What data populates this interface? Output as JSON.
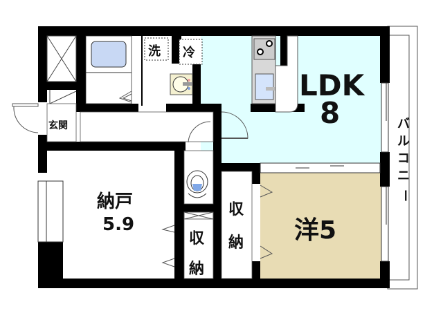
{
  "title": "Floor plan 1SLDK",
  "colors": {
    "wall": "#000000",
    "ldk_floor": "#e0ffff",
    "western_room_floor": "#e8dcb4",
    "bath_tub": "#c8d8f4",
    "sink_counter": "#f4f0d0",
    "kitchen_counter": "#d8d8d8"
  },
  "rooms": {
    "ldk": {
      "name": "LDK",
      "size": "8"
    },
    "western": {
      "name": "洋5"
    },
    "storeroom": {
      "name": "納戸",
      "size": "5.9"
    },
    "entrance": {
      "name": "玄関"
    },
    "storage_1": {
      "line1": "収",
      "line2": "納"
    },
    "storage_2": {
      "line1": "収",
      "line2": "納"
    },
    "balcony": {
      "chars": [
        "バ",
        "ル",
        "コ",
        "ニ",
        "ー"
      ]
    },
    "washer": {
      "name": "洗"
    },
    "fridge": {
      "name": "冷"
    }
  }
}
